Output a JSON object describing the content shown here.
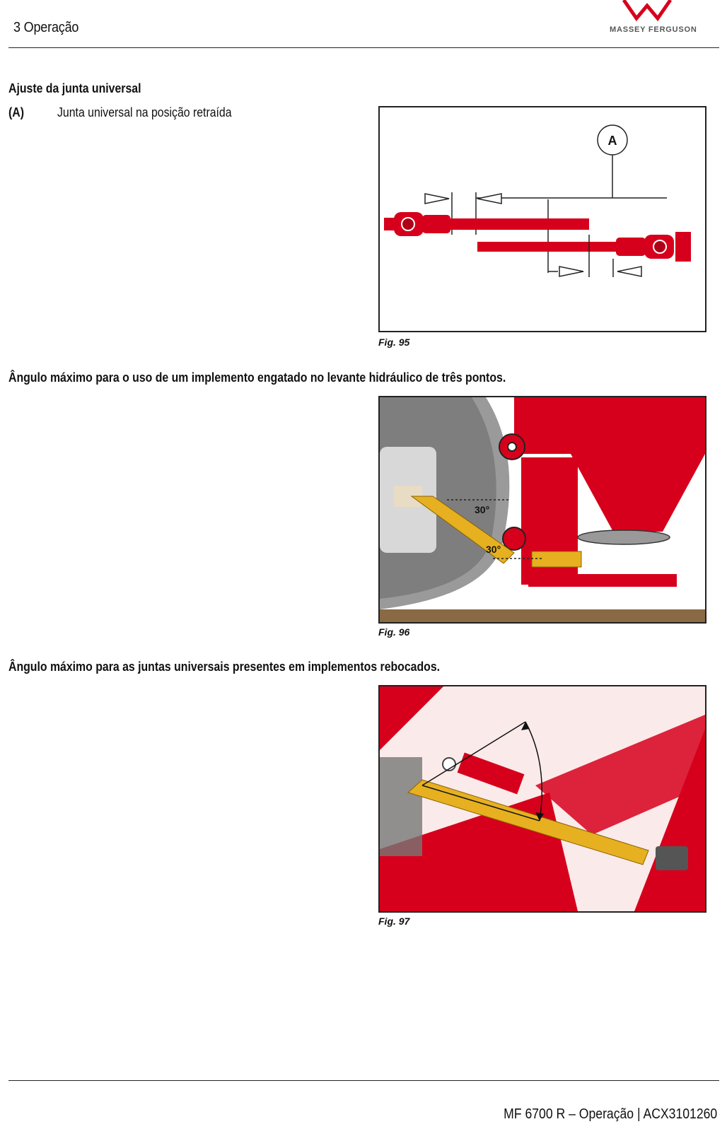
{
  "header": {
    "section_title": "3 Operação",
    "brand_name": "MASSEY FERGUSON"
  },
  "colors": {
    "brand_red": "#d6001c",
    "shaft_yellow": "#e6b020",
    "ground_brown": "#8a6a44"
  },
  "section1": {
    "heading": "Ajuste da junta universal",
    "legend": [
      {
        "key": "(A)",
        "text": "Junta universal na posição retraída"
      }
    ],
    "figure": {
      "callout": "A",
      "caption": "Fig. 95"
    }
  },
  "section2": {
    "heading": "Ângulo máximo para o uso de um implemento engatado no levante hidráulico de três pontos.",
    "figure": {
      "angle_top": "30°",
      "angle_bottom": "30°",
      "caption": "Fig. 96"
    }
  },
  "section3": {
    "heading": "Ângulo máximo para as juntas universais presentes em implementos rebocados.",
    "figure": {
      "caption": "Fig. 97"
    }
  },
  "footer": {
    "text": "MF 6700 R – Operação | ACX3101260"
  }
}
